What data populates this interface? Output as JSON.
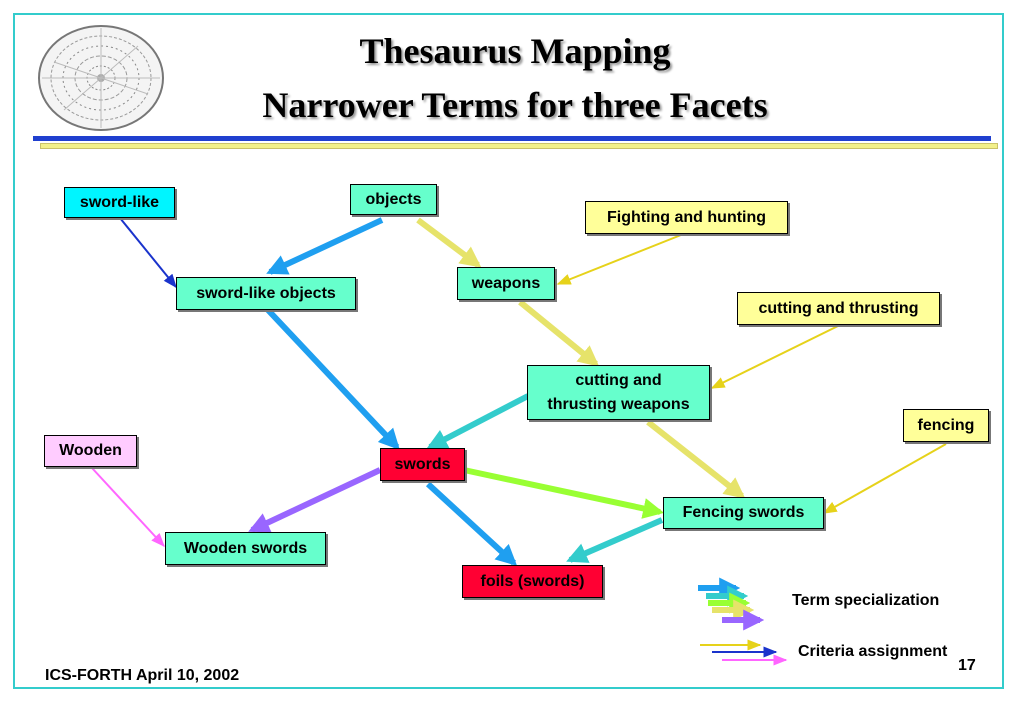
{
  "title": {
    "line1": "Thesaurus Mapping",
    "line2": "Narrower Terms for three Facets"
  },
  "nodes": {
    "sword_like": "sword-like",
    "objects": "objects",
    "fighting_and_hunting": "Fighting and hunting",
    "sword_like_objects": "sword-like objects",
    "weapons": "weapons",
    "cutting_and_thrusting": "cutting and thrusting",
    "cutting_and_thrusting_weapons_line1": "cutting and",
    "cutting_and_thrusting_weapons_line2": "thrusting weapons",
    "fencing": "fencing",
    "wooden": "Wooden",
    "swords": "swords",
    "fencing_swords": "Fencing swords",
    "wooden_swords": "Wooden swords",
    "foils_swords": "foils (swords)"
  },
  "legend": {
    "term_specialization": "Term specialization",
    "criteria_assignment": "Criteria assignment"
  },
  "footer": {
    "org_date": "ICS-FORTH  April 10, 2002",
    "page_number": "17"
  },
  "colors": {
    "border": "#33cccc",
    "rule_blue": "#1f3fcf",
    "rule_yellow": "#f2f08a",
    "arrow_blue": "#1f9ff0",
    "arrow_teal": "#33cccc",
    "arrow_khaki": "#e6e36a",
    "arrow_lime": "#99ff33",
    "arrow_purple": "#9966ff",
    "criteria_yellow": "#e6d21a",
    "criteria_navy": "#1a33cc",
    "criteria_pink": "#ff66ff",
    "box_cyan": "#00f5ff",
    "box_green": "#66ffcc",
    "box_yellow": "#ffff99",
    "box_pink": "#ffccff",
    "box_red": "#ff0033"
  }
}
